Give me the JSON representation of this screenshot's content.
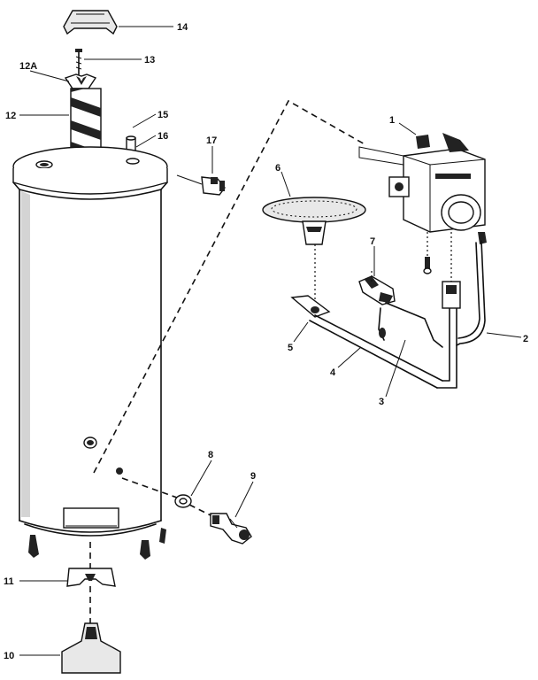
{
  "labels": {
    "p1": "1",
    "p2": "2",
    "p3": "3",
    "p4": "4",
    "p5": "5",
    "p6": "6",
    "p7": "7",
    "p8": "8",
    "p9": "9",
    "p10": "10",
    "p11": "11",
    "p12": "12",
    "p12a": "12A",
    "p13": "13",
    "p14": "14",
    "p15": "15",
    "p16": "16",
    "p17": "17"
  }
}
